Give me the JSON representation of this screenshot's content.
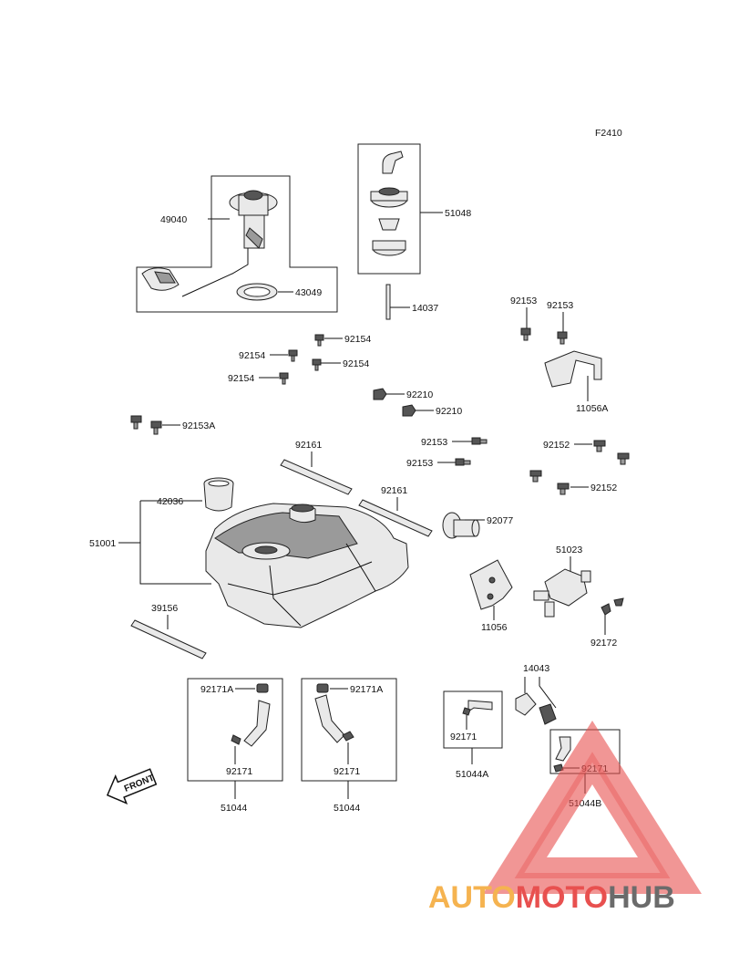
{
  "figure_code": "F2410",
  "front_label": "FRONT",
  "watermark": {
    "brand_a": "AUTO",
    "brand_b": "MOTO",
    "brand_c": "HUB",
    "color_a": "#f5b350",
    "color_b": "#e8504f",
    "color_c": "#6b6b6b"
  },
  "labels": {
    "p49040": "49040",
    "p43049": "43049",
    "p51048": "51048",
    "p14037": "14037",
    "p92153_a": "92153",
    "p92153_b": "92153",
    "p11056A": "11056A",
    "p92154_a": "92154",
    "p92154_b": "92154",
    "p92154_c": "92154",
    "p92154_d": "92154",
    "p92210_a": "92210",
    "p92210_b": "92210",
    "p92153A": "92153A",
    "p92161_a": "92161",
    "p92161_b": "92161",
    "p92153_c": "92153",
    "p92153_d": "92153",
    "p92152_a": "92152",
    "p92152_b": "92152",
    "p42036": "42036",
    "p51001": "51001",
    "p92077": "92077",
    "p51023": "51023",
    "p11056": "11056",
    "p92172": "92172",
    "p39156": "39156",
    "p14043": "14043",
    "p92171A_a": "92171A",
    "p92171A_b": "92171A",
    "p92171_a": "92171",
    "p92171_b": "92171",
    "p92171_c": "92171",
    "p92171_d": "92171",
    "p51044_a": "51044",
    "p51044_b": "51044",
    "p51044A": "51044A",
    "p51044B": "51044B"
  }
}
